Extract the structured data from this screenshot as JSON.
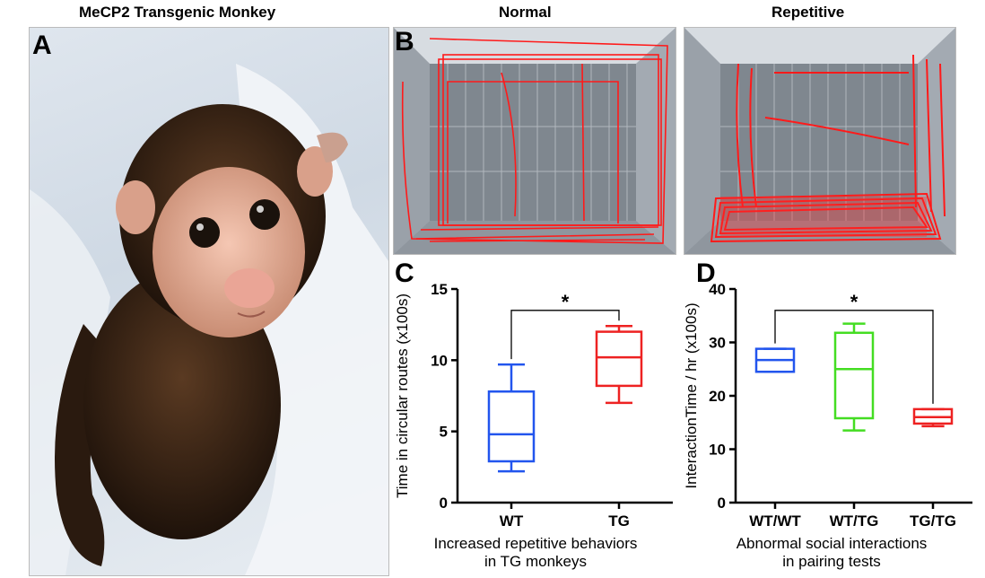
{
  "panel_a": {
    "letter": "A",
    "title": "MeCP2 Transgenic Monkey"
  },
  "panel_b": {
    "letter": "B",
    "titles": [
      "Normal",
      "Repetitive"
    ]
  },
  "panel_c": {
    "letter": "C",
    "caption_line1": "Increased repetitive behaviors",
    "caption_line2": "in TG monkeys"
  },
  "panel_d": {
    "letter": "D",
    "caption_line1": "Abnormal social interactions",
    "caption_line2": "in pairing tests"
  },
  "chart_data": [
    {
      "type": "box",
      "ylabel": "Time in circular routes (x100s)",
      "ylim": [
        0,
        15
      ],
      "yticks": [
        0,
        5,
        10,
        15
      ],
      "categories": [
        "WT",
        "TG"
      ],
      "colors": [
        "#2255ee",
        "#ee2222"
      ],
      "boxes": [
        {
          "min": 2.2,
          "q1": 2.9,
          "median": 4.8,
          "q3": 7.8,
          "max": 9.7
        },
        {
          "min": 7.0,
          "q1": 8.2,
          "median": 10.2,
          "q3": 12.0,
          "max": 12.4
        }
      ],
      "significance": {
        "from": 0,
        "to": 1,
        "label": "*",
        "y": 13.5
      }
    },
    {
      "type": "box",
      "ylabel": "InteractionTime / hr (x100s)",
      "ylim": [
        0,
        40
      ],
      "yticks": [
        0,
        10,
        20,
        30,
        40
      ],
      "categories": [
        "WT/WT",
        "WT/TG",
        "TG/TG"
      ],
      "colors": [
        "#2255ee",
        "#44dd22",
        "#ee2222"
      ],
      "boxes": [
        {
          "min": 24.5,
          "q1": 24.5,
          "median": 26.7,
          "q3": 28.8,
          "max": 28.8
        },
        {
          "min": 13.5,
          "q1": 15.8,
          "median": 25.0,
          "q3": 31.8,
          "max": 33.5
        },
        {
          "min": 14.3,
          "q1": 14.8,
          "median": 16.0,
          "q3": 17.5,
          "max": 17.5
        }
      ],
      "significance": {
        "from": 0,
        "to": 2,
        "label": "*",
        "y": 36
      }
    }
  ]
}
